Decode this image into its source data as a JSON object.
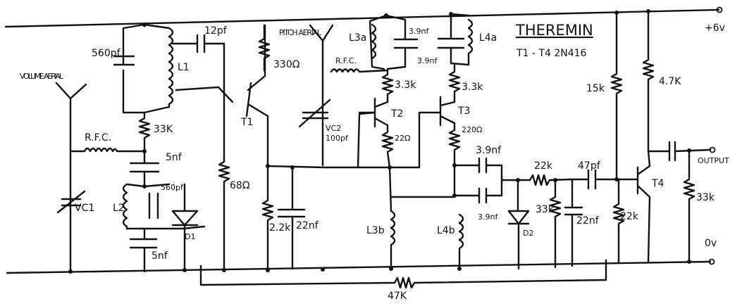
{
  "title": "THEREMIN",
  "subtitle": "T1 - T4 2N416",
  "rails": {
    "positive": "+6v",
    "ground": "0v"
  },
  "aerials": {
    "volume": "VOLUME AERIAL",
    "pitch": "PITCH AERIAL"
  },
  "output_label": "OUTPUT",
  "components": {
    "c_560_top": "560pf",
    "c_12pf": "12pf",
    "l1": "L1",
    "r_33k_a": "33K",
    "rfc_1": "R.F.C.",
    "c_5nf_a": "5nf",
    "vc1": "VC1",
    "l2": "L2",
    "c_560_low": "560pf",
    "c_5nf_b": "5nf",
    "d1": "D1",
    "t1": "T1",
    "r_68": "68Ω",
    "r_330": "330Ω",
    "vc2": "VC2",
    "vc2_value": "100pf",
    "rfc_2": "R.F.C.",
    "r_2_2k": "2.2k",
    "c_22nf_a": "22nf",
    "l3a": "L3a",
    "c_3_9nf_top": "3.9nf",
    "c_3_9nf_mid": "3.9nf",
    "l4a": "L4a",
    "r_3_3k_a": "3.3k",
    "r_3_3k_b": "3.3k",
    "t2": "T2",
    "t3": "T3",
    "r_22_a": "22Ω",
    "r_220": "220Ω",
    "l3b": "L3b",
    "l4b": "L4b",
    "c_3_9nf_c": "3.9nf",
    "c_3_9nf_d": "3.9nf",
    "d2": "D2",
    "r_22k_a": "22k",
    "r_33k_b": "33k",
    "c_22nf_b": "22nf",
    "c_47pf": "47pf",
    "r_15k": "15k",
    "r_4_7k": "4.7K",
    "r_22k_b": "22k",
    "t4": "T4",
    "r_33k_c": "33k",
    "r_47k": "47K"
  }
}
